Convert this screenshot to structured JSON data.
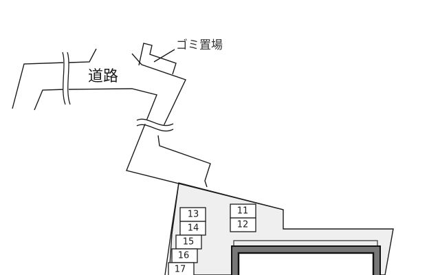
{
  "map": {
    "road_label": "道路",
    "garbage_area_label": "ゴミ置場",
    "colors": {
      "lot_fill": "#efefef",
      "building_wall": "#777777",
      "line": "#1a1a1a",
      "background": "#ffffff"
    },
    "parking_spaces": [
      {
        "id": "11",
        "label": "11"
      },
      {
        "id": "12",
        "label": "12"
      },
      {
        "id": "13",
        "label": "13"
      },
      {
        "id": "14",
        "label": "14"
      },
      {
        "id": "15",
        "label": "15"
      },
      {
        "id": "16",
        "label": "16"
      },
      {
        "id": "17",
        "label": "17"
      }
    ]
  }
}
